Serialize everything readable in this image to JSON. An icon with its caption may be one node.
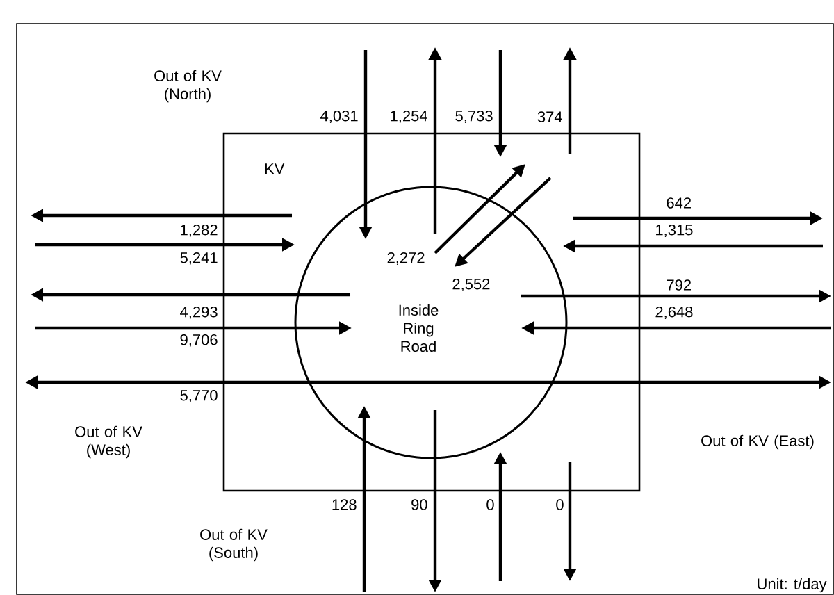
{
  "diagram": {
    "nodes": [
      {
        "text": [
          "KV"
        ]
      },
      {
        "text": [
          "Inside Ring Road"
        ],
        "in": 0
      }
    ],
    "edges": [
      {
        "from": null,
        "to": 1,
        "arrow": "to",
        "label": "4,031"
      },
      {
        "from": 1,
        "to": null,
        "arrow": "to",
        "label": "1,254"
      },
      {
        "from": null,
        "to": 0,
        "arrow": "to",
        "label": "5,733"
      },
      {
        "from": 0,
        "to": null,
        "arrow": "to",
        "label": "374"
      },
      {
        "from": 0,
        "to": null,
        "arrow": "to",
        "label": "1,282"
      },
      {
        "from": null,
        "to": 0,
        "arrow": "to",
        "label": "5,241"
      },
      {
        "from": 1,
        "to": null,
        "arrow": "to",
        "label": "4,293"
      },
      {
        "from": null,
        "to": 1,
        "arrow": "to",
        "label": "9,706"
      },
      {
        "from": 0,
        "to": null,
        "arrow": "to",
        "label": "642"
      },
      {
        "from": null,
        "to": 0,
        "arrow": "to",
        "label": "1,315"
      },
      {
        "from": 1,
        "to": null,
        "arrow": "to",
        "label": "792"
      },
      {
        "from": null,
        "to": 1,
        "arrow": "to",
        "label": "2,648"
      },
      {
        "from": 1,
        "to": 0,
        "arrow": "to",
        "label": "2,272"
      },
      {
        "from": 0,
        "to": 1,
        "arrow": "to",
        "label": "2,552"
      },
      {
        "from": null,
        "to": 1,
        "arrow": "to",
        "label": "128"
      },
      {
        "from": 1,
        "to": null,
        "arrow": "to",
        "label": "90"
      },
      {
        "from": null,
        "to": 0,
        "arrow": "to",
        "label": "0"
      },
      {
        "from": 0,
        "to": null,
        "arrow": "to",
        "label": "0"
      }
    ],
    "labels": [
      "Out of KV (North)",
      "5,770",
      "Out of KV (West)",
      "Out of KV (East)",
      "Out of KV (South)",
      "Unit: t/day"
    ]
  }
}
